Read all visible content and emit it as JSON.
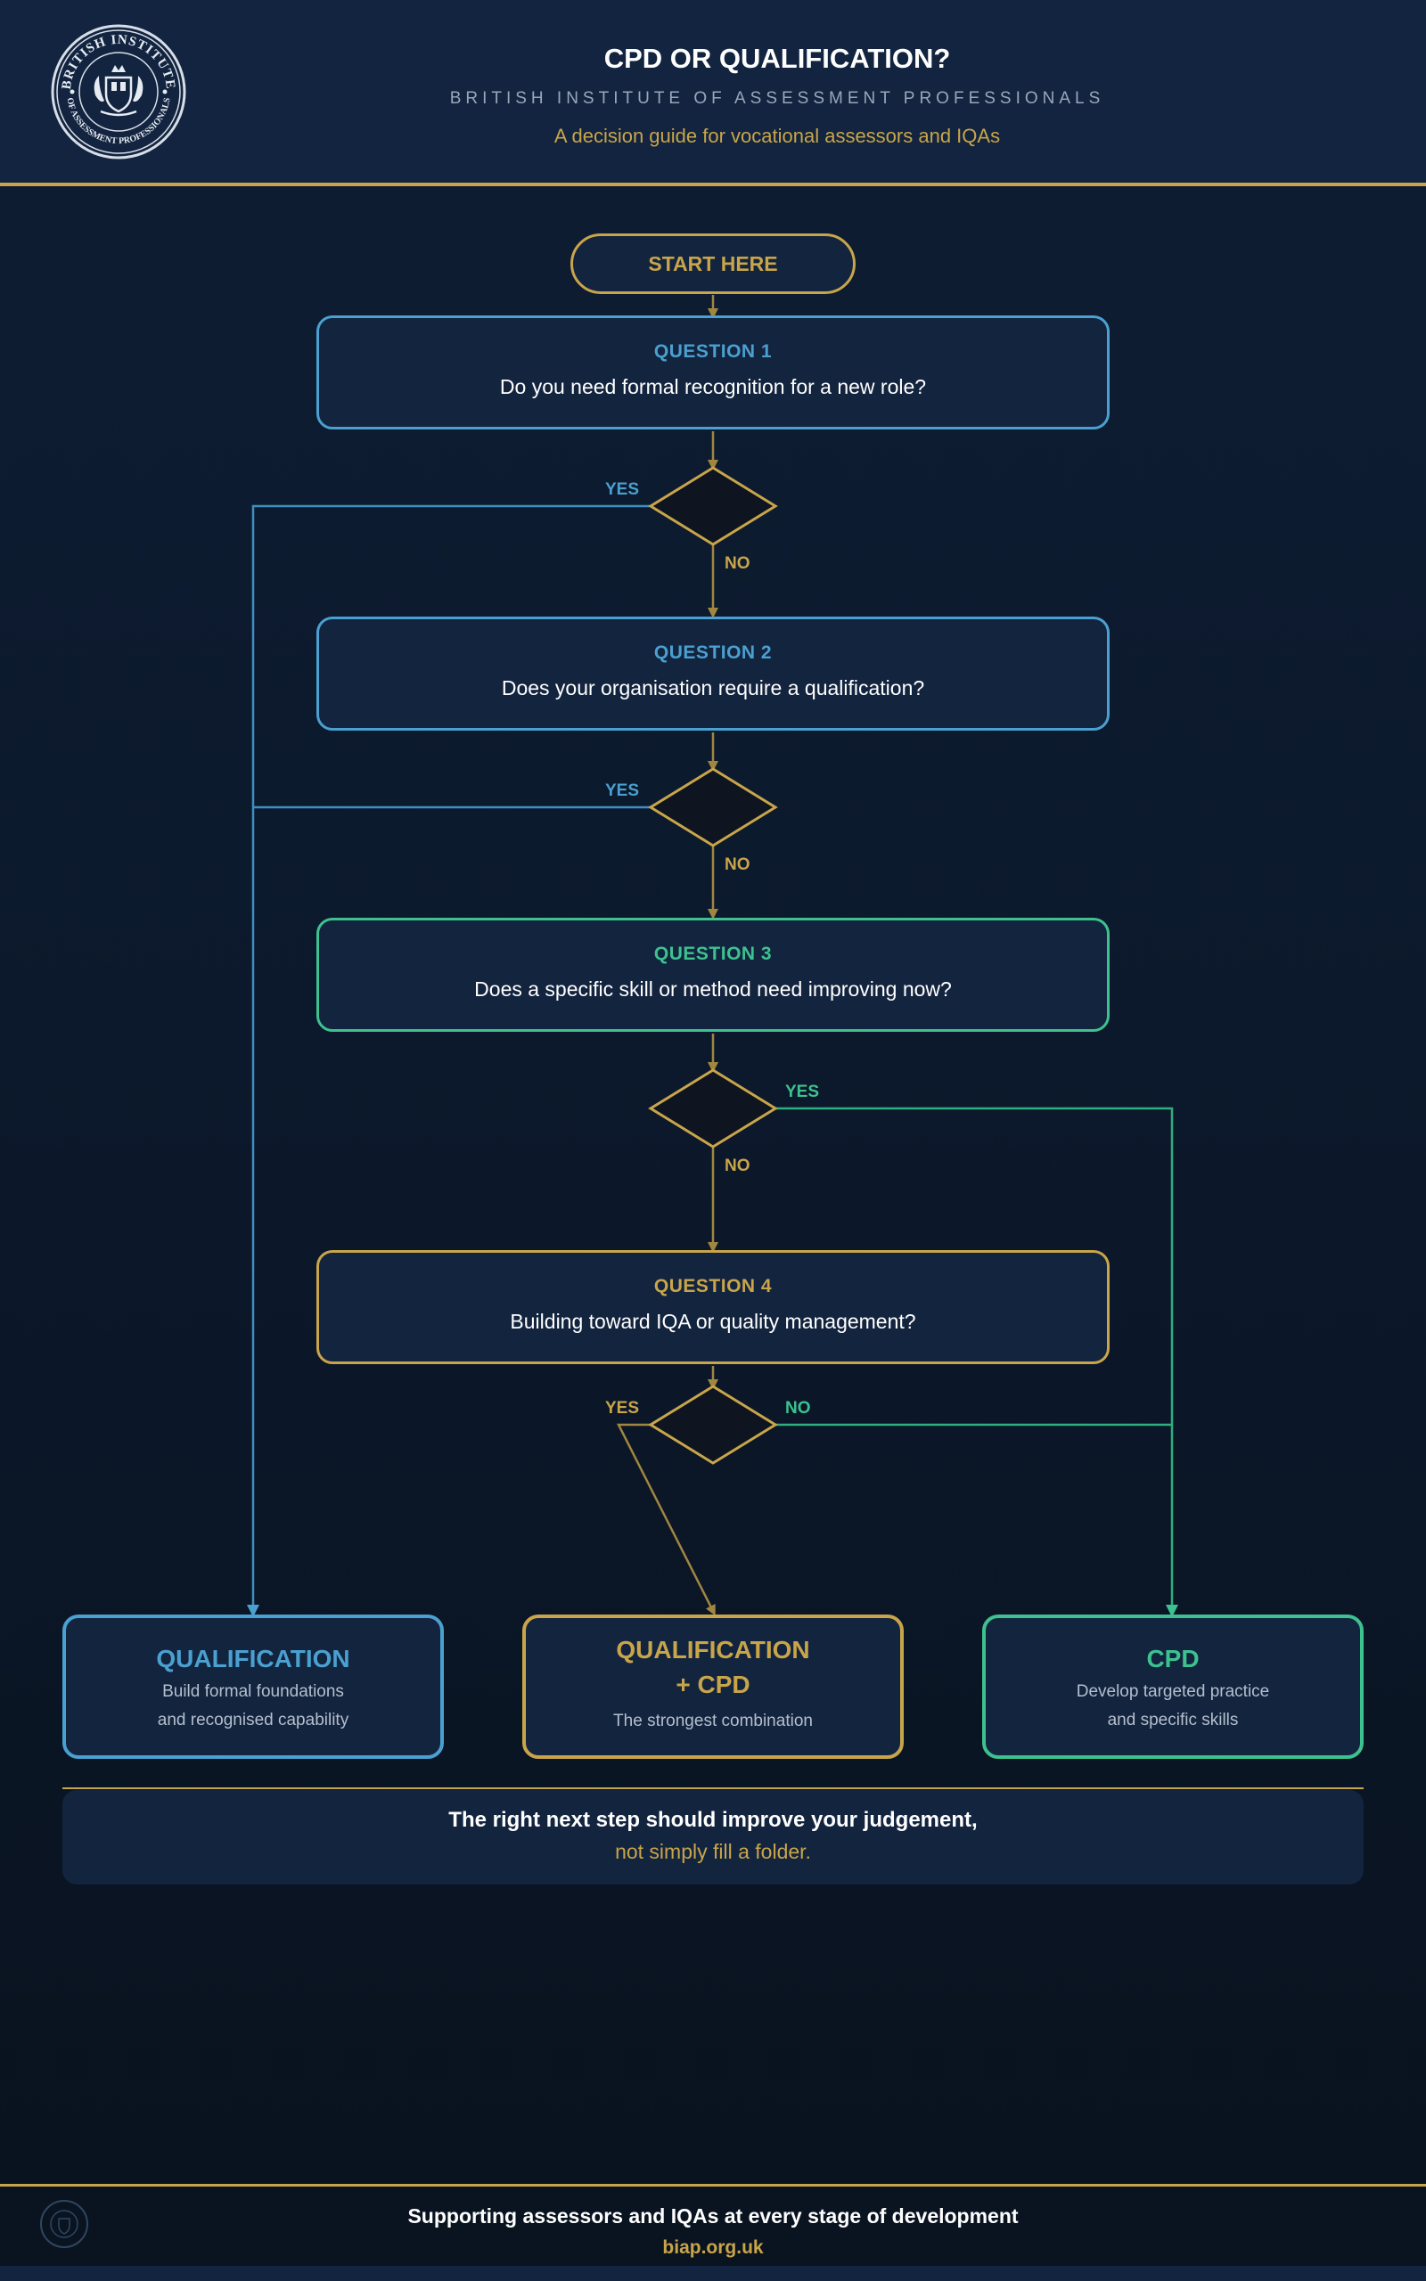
{
  "header": {
    "title": "CPD OR QUALIFICATION?",
    "subtitle": "BRITISH INSTITUTE OF ASSESSMENT PROFESSIONALS",
    "tagline": "A decision guide for vocational assessors and IQAs",
    "crest": {
      "icon": "crest-seal-icon",
      "top_text": "BRITISH INSTITUTE",
      "bottom_text": "OF ASSESSMENT PROFESSIONALS"
    }
  },
  "flow": {
    "start_label": "START HERE",
    "questions": [
      {
        "head": "QUESTION 1",
        "text": "Do you need formal recognition for a new role?",
        "color": "#4aa0d0"
      },
      {
        "head": "QUESTION 2",
        "text": "Does your organisation require a qualification?",
        "color": "#4aa0d0"
      },
      {
        "head": "QUESTION 3",
        "text": "Does a specific skill or method need improving now?",
        "color": "#3dc28f"
      },
      {
        "head": "QUESTION 4",
        "text": "Building toward IQA or quality management?",
        "color": "#c9a54a"
      }
    ],
    "edge_labels": {
      "q1_yes": "YES",
      "q1_no": "NO",
      "q2_yes": "YES",
      "q2_no": "NO",
      "q3_yes": "YES",
      "q3_no": "NO",
      "q4_yes": "YES",
      "q4_no": "NO"
    }
  },
  "outcomes": [
    {
      "title": "QUALIFICATION",
      "desc1": "Build formal foundations",
      "desc2": "and recognised capability",
      "color": "#4aa0d0"
    },
    {
      "title1": "QUALIFICATION",
      "title2": "+ CPD",
      "desc": "The strongest combination",
      "color": "#c9a54a"
    },
    {
      "title": "CPD",
      "desc1": "Develop targeted practice",
      "desc2": "and specific skills",
      "color": "#3dc28f"
    }
  ],
  "message": {
    "line1": "The right next step should improve your judgement,",
    "line2": "not simply fill a folder."
  },
  "footer": {
    "tagline": "Supporting assessors and IQAs at every stage of development",
    "url": "biap.org.uk"
  },
  "colors": {
    "background": "#0c192c",
    "panel": "#13243f",
    "gold": "#c9a54a",
    "blue": "#4aa0d0",
    "green": "#3dc28f",
    "diamond_fill": "#0e1520"
  }
}
